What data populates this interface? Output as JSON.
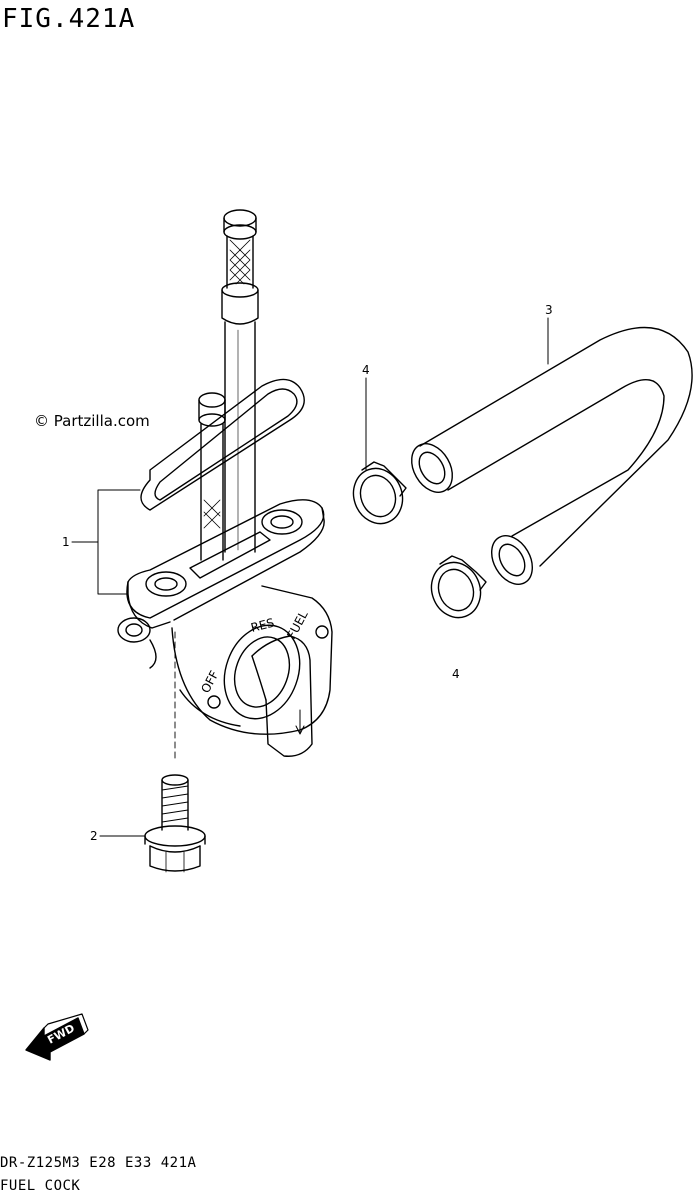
{
  "figure": {
    "title": "FIG.421A"
  },
  "watermark": "© Partzilla.com",
  "callouts": [
    {
      "id": "c1",
      "label": "1"
    },
    {
      "id": "c2",
      "label": "2"
    },
    {
      "id": "c3",
      "label": "3"
    },
    {
      "id": "c4a",
      "label": "4"
    },
    {
      "id": "c4b",
      "label": "4"
    }
  ],
  "valve_labels": {
    "res": "RES",
    "fuel": "FUEL",
    "off": "OFF"
  },
  "fwd_label": "FWD",
  "footer": {
    "model_line": "DR-Z125M3 E28 E33 421A",
    "section_name": "FUEL COCK"
  }
}
